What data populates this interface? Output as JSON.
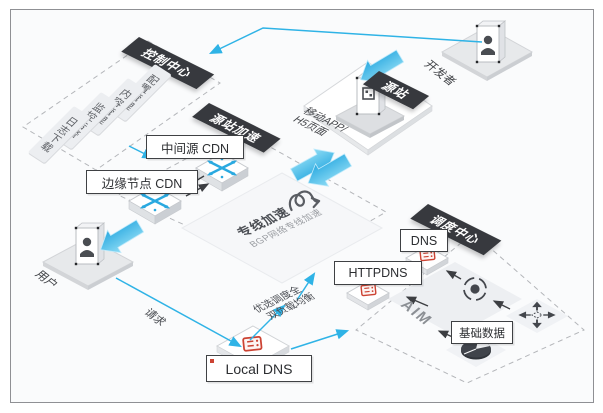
{
  "colors": {
    "accent_cyan": "#2fb3e6",
    "banner_bg": "#37393e",
    "icon_red": "#cc4333",
    "line_dark": "#3c3e42",
    "panel_bg": "#fafbfc"
  },
  "icons": {
    "developer": "person-card-icon",
    "user": "person-card-icon",
    "origin_server": "server-box-icon",
    "cdn_node": "iso-box-cyan-cross-icon",
    "dns": "red-dns-server-icon",
    "httpdns": "red-dns-server-icon",
    "local_dns": "red-dns-server-icon",
    "scheduler": "circle-target-icon",
    "base_data": "pie-chart-icon",
    "dispatch_move": "four-direction-arrows-icon",
    "acceleration_logo": "squiggle-arrow-icon"
  },
  "control_center": {
    "banner": "控制中心",
    "items": [
      "配置管理",
      "内容管理",
      "监控告警",
      "日志下载"
    ]
  },
  "cdn_region": {
    "banner": "源站加速",
    "mid_cdn_label": "中间源 CDN",
    "edge_cdn_label": "边缘节点 CDN",
    "accel_title": "专线加速",
    "accel_subtitle": "BGP网络专线加速"
  },
  "origin_site": {
    "banner": "源站",
    "app_label_line1": "移动APP/",
    "app_label_line2": "H5页面"
  },
  "developer": {
    "label": "开发者"
  },
  "dispatch_center": {
    "banner": "调度中心",
    "dns_label": "DNS",
    "httpdns_label": "HTTPDNS",
    "aim_label": "AIM",
    "base_data_label": "基础数据",
    "note_line1": "优选调度全",
    "note_line2": "双负载均衡"
  },
  "user": {
    "label": "用户",
    "request_label": "请求"
  },
  "local_dns": {
    "label": "Local DNS"
  }
}
